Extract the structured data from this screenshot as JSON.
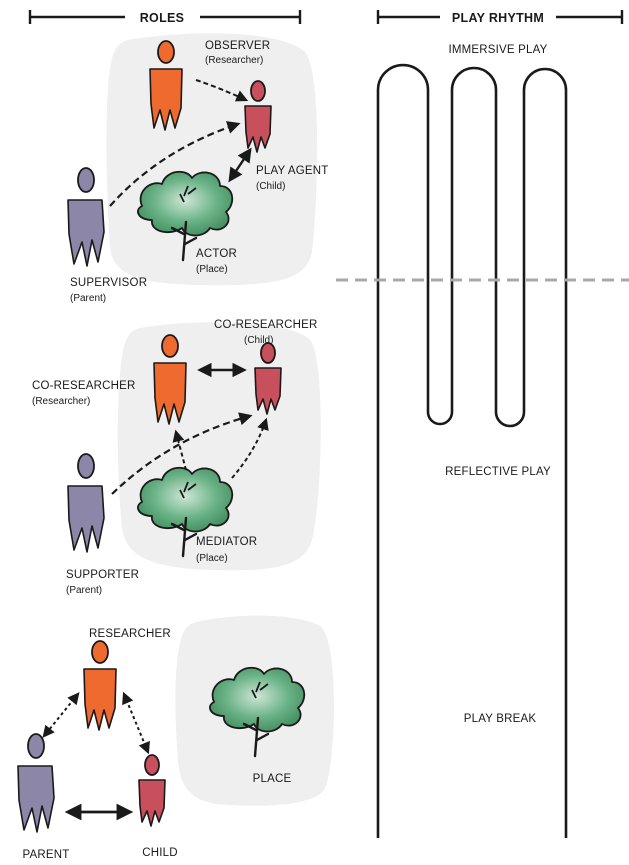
{
  "headers": {
    "roles": "ROLES",
    "play_rhythm": "PLAY RHYTHM"
  },
  "panel1": {
    "observer": {
      "role": "OBSERVER",
      "who": "(Researcher)"
    },
    "play_agent": {
      "role": "PLAY AGENT",
      "who": "(Child)"
    },
    "supervisor": {
      "role": "SUPERVISOR",
      "who": "(Parent)"
    },
    "actor": {
      "role": "ACTOR",
      "who": "(Place)"
    }
  },
  "panel2": {
    "co_researcher_child": {
      "role": "CO-RESEARCHER",
      "who": "(Child)"
    },
    "co_researcher_researcher": {
      "role": "CO-RESEARCHER",
      "who": "(Researcher)"
    },
    "supporter": {
      "role": "SUPPORTER",
      "who": "(Parent)"
    },
    "mediator": {
      "role": "MEDIATOR",
      "who": "(Place)"
    }
  },
  "panel3": {
    "researcher": "RESEARCHER",
    "parent": "PARENT",
    "child": "CHILD",
    "place": "PLACE"
  },
  "rhythm": {
    "immersive": "IMMERSIVE PLAY",
    "reflective": "REFLECTIVE PLAY",
    "break": "PLAY BREAK"
  },
  "colors": {
    "researcher": "#ee6a2e",
    "child": "#c8505c",
    "parent": "#8c86a8",
    "place": "#4f9e6e",
    "panel": "#efefef",
    "divider": "#a8a8a8"
  }
}
